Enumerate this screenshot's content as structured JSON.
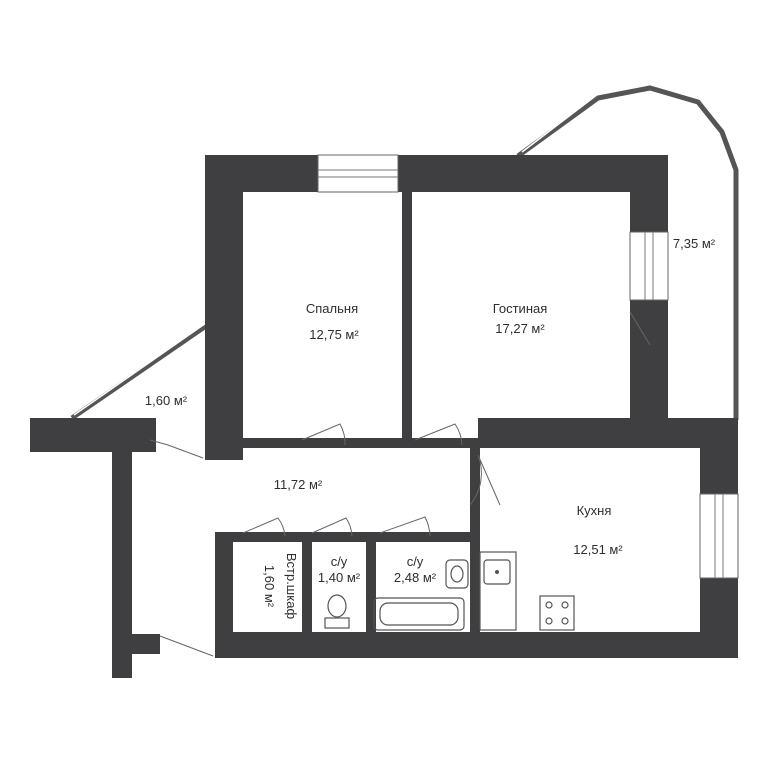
{
  "rooms": [
    {
      "id": "bedroom",
      "name": "Спальня",
      "area": "12,75 м²"
    },
    {
      "id": "living",
      "name": "Гостиная",
      "area": "17,27 м²"
    },
    {
      "id": "hall",
      "name": "",
      "area": "11,72 м²"
    },
    {
      "id": "kitchen",
      "name": "Кухня",
      "area": "12,51 м²"
    },
    {
      "id": "closet",
      "name": "Встр.шкаф",
      "area": "1,60 м²"
    },
    {
      "id": "wc",
      "name": "с/у",
      "area": "1,40 м²"
    },
    {
      "id": "bath",
      "name": "с/у",
      "area": "2,48 м²"
    },
    {
      "id": "balcony-left",
      "name": "",
      "area": "1,60 м²"
    },
    {
      "id": "balcony-right",
      "name": "",
      "area": "7,35 м²"
    }
  ],
  "colors": {
    "wall": "#3f3f41",
    "background": "#ffffff",
    "text": "#2e2e2e"
  }
}
